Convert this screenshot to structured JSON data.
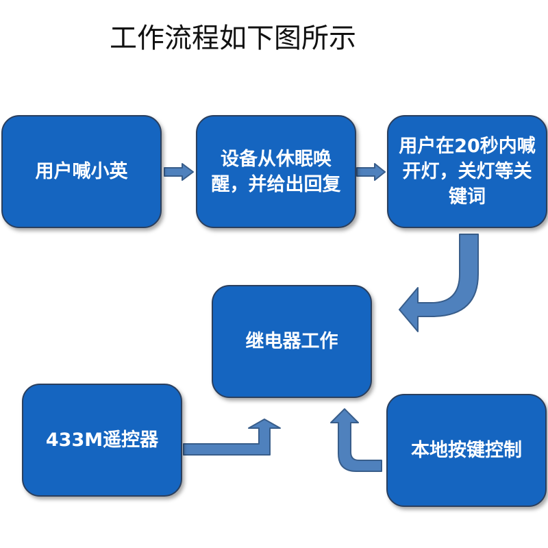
{
  "title": "工作流程如下图所示",
  "boxes": {
    "user_wake": "用户喊小英",
    "device_wake": "设备从休眠唤醒，并给出回复",
    "user_command": "用户在20秒内喊开灯，关灯等关键词",
    "relay": "继电器工作",
    "remote": "433M遥控器",
    "local": "本地按键控制"
  },
  "colors": {
    "box_fill": "#1565c0",
    "box_border": "#2a3f5e",
    "arrow_fill": "#4f81bd",
    "arrow_stroke": "#385d8a"
  }
}
